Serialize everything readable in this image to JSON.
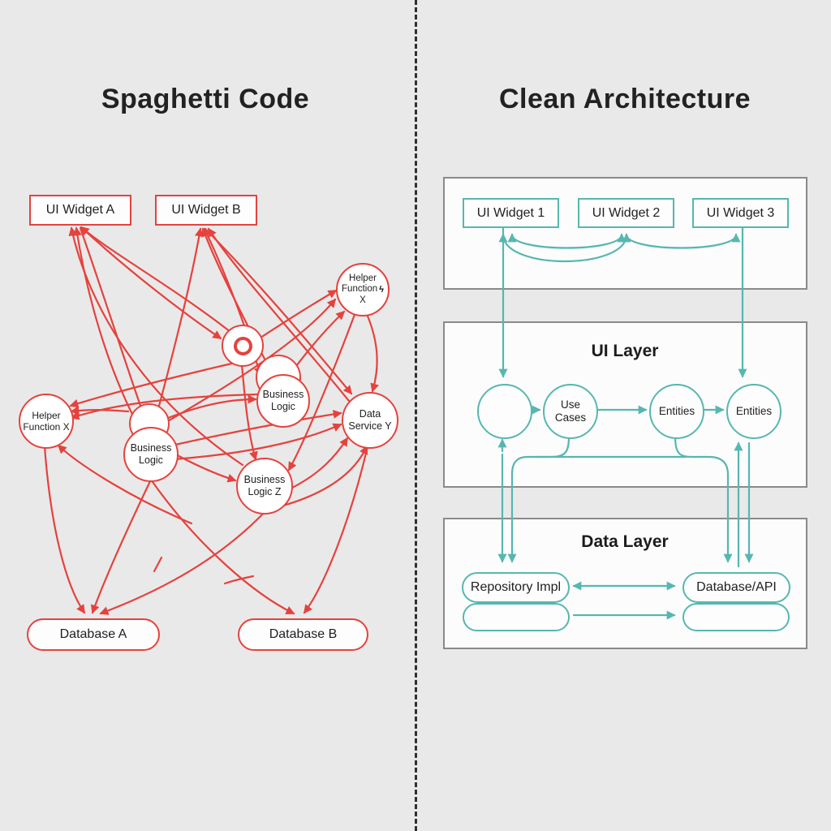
{
  "colors": {
    "background": "#e9e9e9",
    "spaghetti_red": "#e5423e",
    "clean_teal": "#56b7b0",
    "container_border": "#8a8a8a",
    "container_fill": "#fcfcfc",
    "text_dark": "#1f1f1f"
  },
  "left": {
    "title": "Spaghetti Code",
    "ui_widgets": [
      {
        "label": "UI Widget A"
      },
      {
        "label": "UI Widget B"
      }
    ],
    "nodes": {
      "helper_function_top": {
        "lines": [
          "Helper",
          "Function",
          "X"
        ],
        "spark_glyph": "ϟ"
      },
      "helper_function_left": {
        "lines": [
          "Helper",
          "Function X"
        ]
      },
      "business_logic_left": {
        "lines": [
          "Business",
          "Logic"
        ]
      },
      "business_logic_mid": {
        "lines": [
          "Business",
          "Logic"
        ]
      },
      "business_logic_z": {
        "lines": [
          "Business",
          "Logic Z"
        ]
      },
      "data_service_y": {
        "lines": [
          "Data",
          "Service Y"
        ]
      }
    },
    "databases": [
      {
        "label": "Database A"
      },
      {
        "label": "Database B"
      }
    ]
  },
  "right": {
    "title": "Clean Architecture",
    "presentation_box": {
      "widgets": [
        {
          "label": "UI Widget 1"
        },
        {
          "label": "UI Widget 2"
        },
        {
          "label": "UI Widget 3"
        }
      ]
    },
    "ui_layer": {
      "title": "UI Layer",
      "circles": [
        {
          "label": ""
        },
        {
          "label": "Use Cases"
        },
        {
          "label": "Entities"
        },
        {
          "label": "Entities"
        }
      ]
    },
    "data_layer": {
      "title": "Data Layer",
      "pills": [
        {
          "label": "Repository Impl"
        },
        {
          "label": ""
        },
        {
          "label": "Database/API"
        },
        {
          "label": ""
        }
      ]
    }
  }
}
